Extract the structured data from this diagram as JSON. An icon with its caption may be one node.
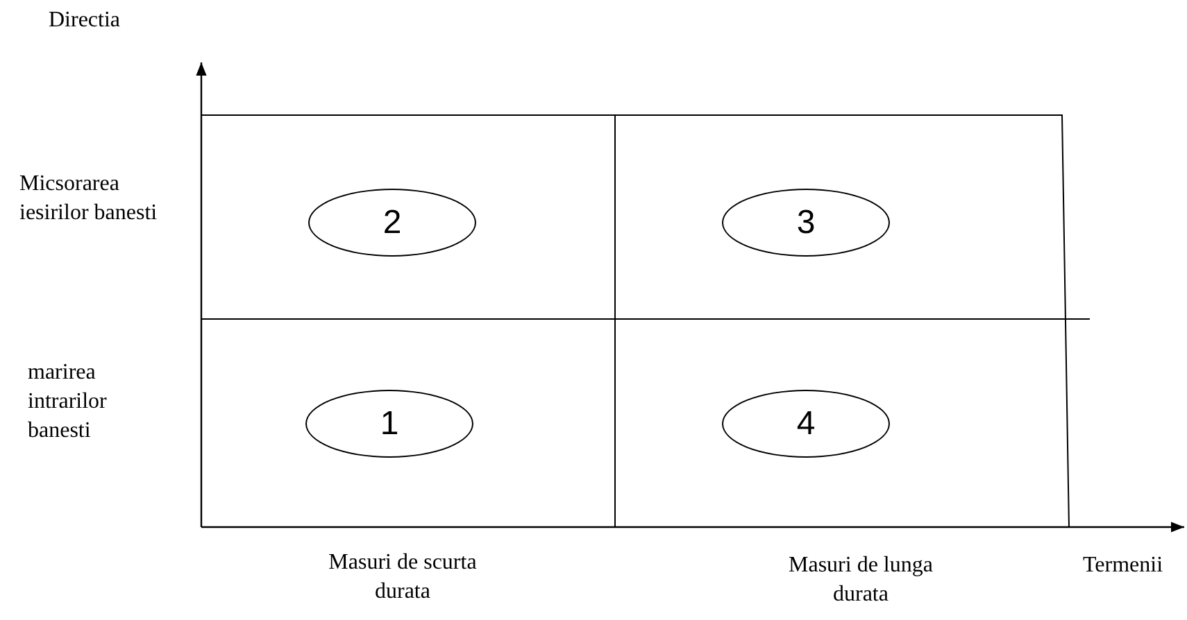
{
  "diagram": {
    "nodes": [
      {
        "text": [
          "2"
        ]
      },
      {
        "text": [
          "3"
        ]
      },
      {
        "text": [
          "1"
        ]
      },
      {
        "text": [
          "4"
        ]
      }
    ],
    "labels": [
      "Directia",
      "Micsorarea iesirilor banesti",
      "marirea intrarilor banesti",
      "Masuri de scurta durata",
      "Masuri de lunga durata",
      "Termenii"
    ]
  }
}
